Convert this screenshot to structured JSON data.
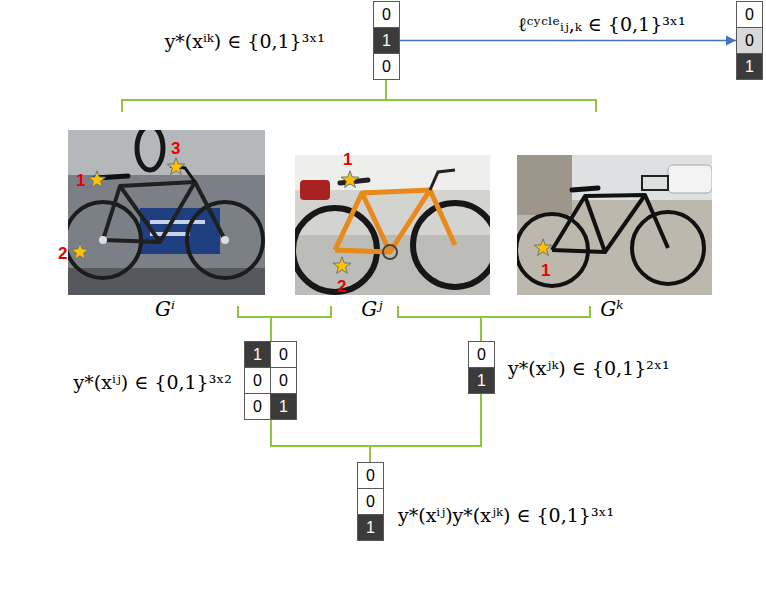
{
  "diagram": {
    "nodes": [
      {
        "text": [
          "0"
        ]
      },
      {
        "text": [
          "1"
        ]
      },
      {
        "text": [
          "0"
        ]
      },
      {
        "text": [
          "0"
        ]
      },
      {
        "text": [
          "0"
        ]
      },
      {
        "text": [
          "1"
        ]
      },
      {
        "text": [
          "1"
        ]
      },
      {
        "text": [
          "0"
        ]
      },
      {
        "text": [
          "0"
        ]
      },
      {
        "text": [
          "0"
        ]
      },
      {
        "text": [
          "0"
        ]
      },
      {
        "text": [
          "1"
        ]
      },
      {
        "text": [
          "0"
        ]
      },
      {
        "text": [
          "1"
        ]
      },
      {
        "text": [
          "0"
        ]
      },
      {
        "text": [
          "0"
        ]
      },
      {
        "text": [
          "1"
        ]
      }
    ],
    "edges": [
      {
        "from": 1,
        "to": 4,
        "arrow": "to",
        "label": "ℓᶜʸᶜˡᵉᵢⱼ,ₖ ∈ {0,1}³ˣ¹"
      }
    ],
    "labels": [
      "y*(xⁱᵏ) ∈ {0,1}³ˣ¹",
      "1",
      "3",
      "2",
      "1",
      "2",
      "1",
      "Gⁱ",
      "Gʲ",
      "Gᵏ",
      "y*(xⁱʲ) ∈ {0,1}³ˣ²",
      "y*(xʲᵏ) ∈ {0,1}²ˣ¹",
      "y*(xⁱʲ)y*(xʲᵏ) ∈ {0,1}³ˣ¹"
    ]
  }
}
